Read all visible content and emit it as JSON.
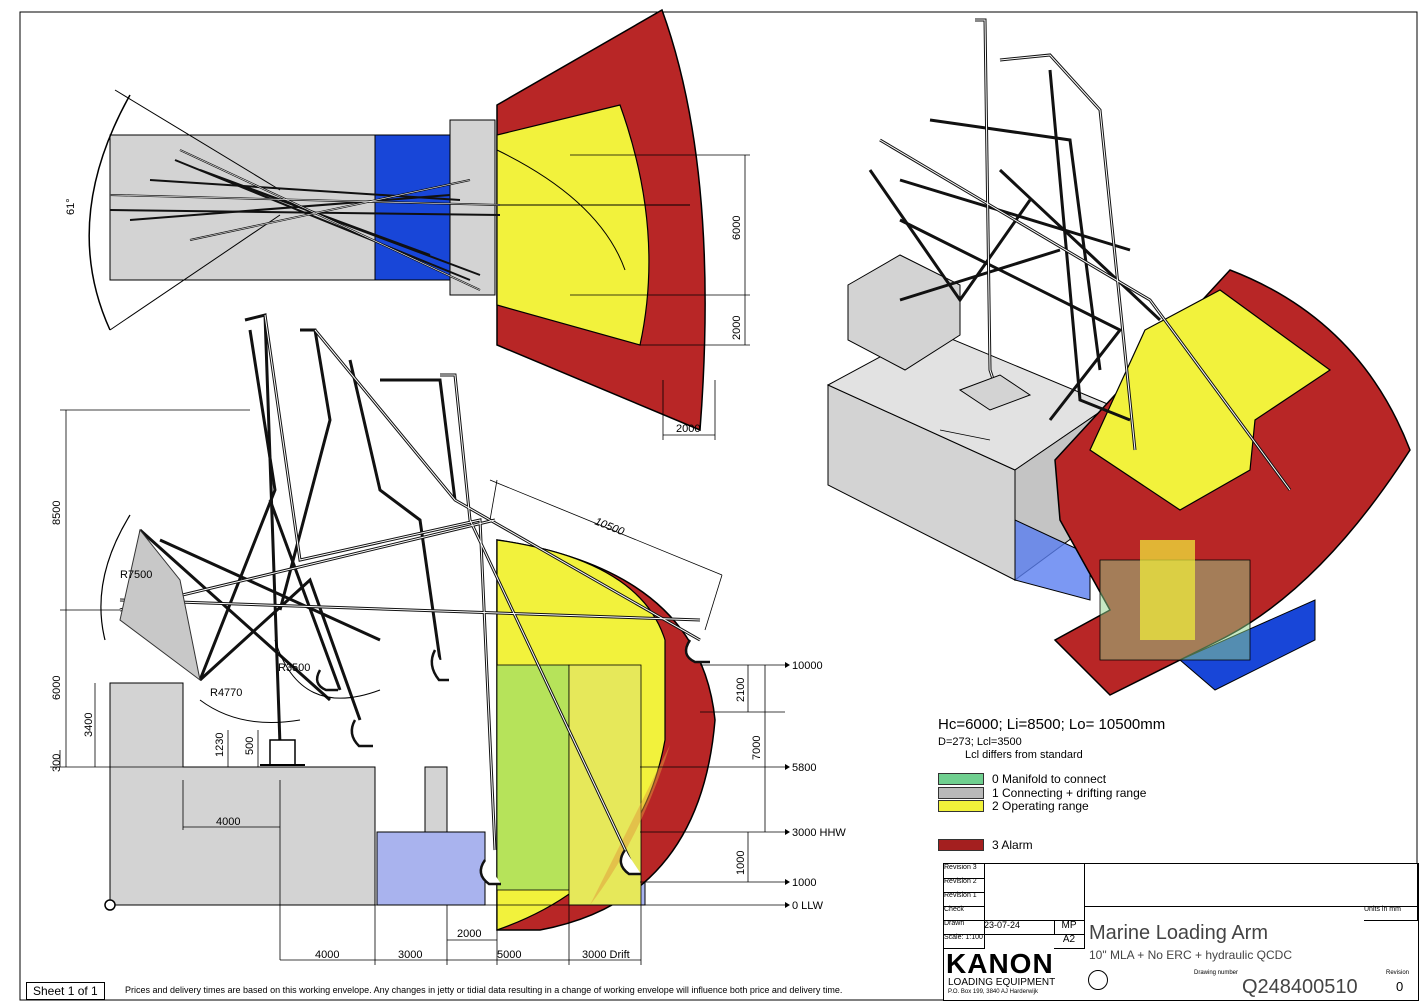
{
  "parameters": {
    "main": "Hc=6000; Li=8500; Lo= 10500mm",
    "sub1": "D=273; Lcl=3500",
    "sub2": "Lcl differs from standard"
  },
  "legend": [
    {
      "label": "0 Manifold to connect",
      "color": "#6fcf8f"
    },
    {
      "label": "1 Connecting + drifting range",
      "color": "#b9b9b9"
    },
    {
      "label": "2 Operating range",
      "color": "#f1f23a"
    },
    {
      "label": "3 Alarm",
      "color": "#a41f1f"
    }
  ],
  "colors": {
    "alarm": "#b82626",
    "operating": "#f2f23c",
    "drift": "#c6c6c6",
    "manifold": "#8fd48a",
    "blue": "#1846d8",
    "lightblue": "#a9b3ee",
    "jetty": "#d3d3d3"
  },
  "top_view": {
    "angle": "61°",
    "dim_6000": "6000",
    "dim_2000_v": "2000",
    "dim_2000_h": "2000"
  },
  "side_view": {
    "dim_8500": "8500",
    "dim_6000": "6000",
    "dim_3400": "3400",
    "dim_300": "300",
    "dim_1230": "1230",
    "dim_500": "500",
    "dim_4000_inner": "4000",
    "radius_7500": "R7500",
    "radius_3500": "R3500",
    "radius_4770": "R4770",
    "dim_10500": "10500",
    "dim_2100": "2100",
    "dim_7000": "7000",
    "dim_1000": "1000",
    "dim_2000": "2000",
    "levels": [
      "10000",
      "5800",
      "3000 HHW",
      "1000",
      "0 LLW"
    ],
    "bottom_dims": [
      "4000",
      "3000",
      "5000",
      "3000 Drift"
    ]
  },
  "title_block": {
    "revision_labels": [
      "Revision 3",
      "Revision 2",
      "Revision 1",
      "Check",
      "Drawn",
      "Scale: 1:100"
    ],
    "drawn_date": "23-07-24",
    "drawn_by": "MP",
    "sheet_size": "A2",
    "title": "Marine Loading Arm",
    "subtitle": "10\" MLA + No ERC + hydraulic QCDC",
    "company": "KANON",
    "company_sub": "LOADING EQUIPMENT",
    "address": "P.O. Box 199, 3840 AJ Harderwijk",
    "drawing_number_label": "Drawing number",
    "drawing_number": "Q248400510",
    "revision_label": "Revision",
    "revision": "0",
    "units_label": "Units in mm"
  },
  "footer": {
    "sheet": "Sheet 1  of 1",
    "note": "Prices and delivery times are based on this working envelope. Any changes in jetty or tidial data resulting in a change of working envelope will influence both price and delivery time."
  }
}
